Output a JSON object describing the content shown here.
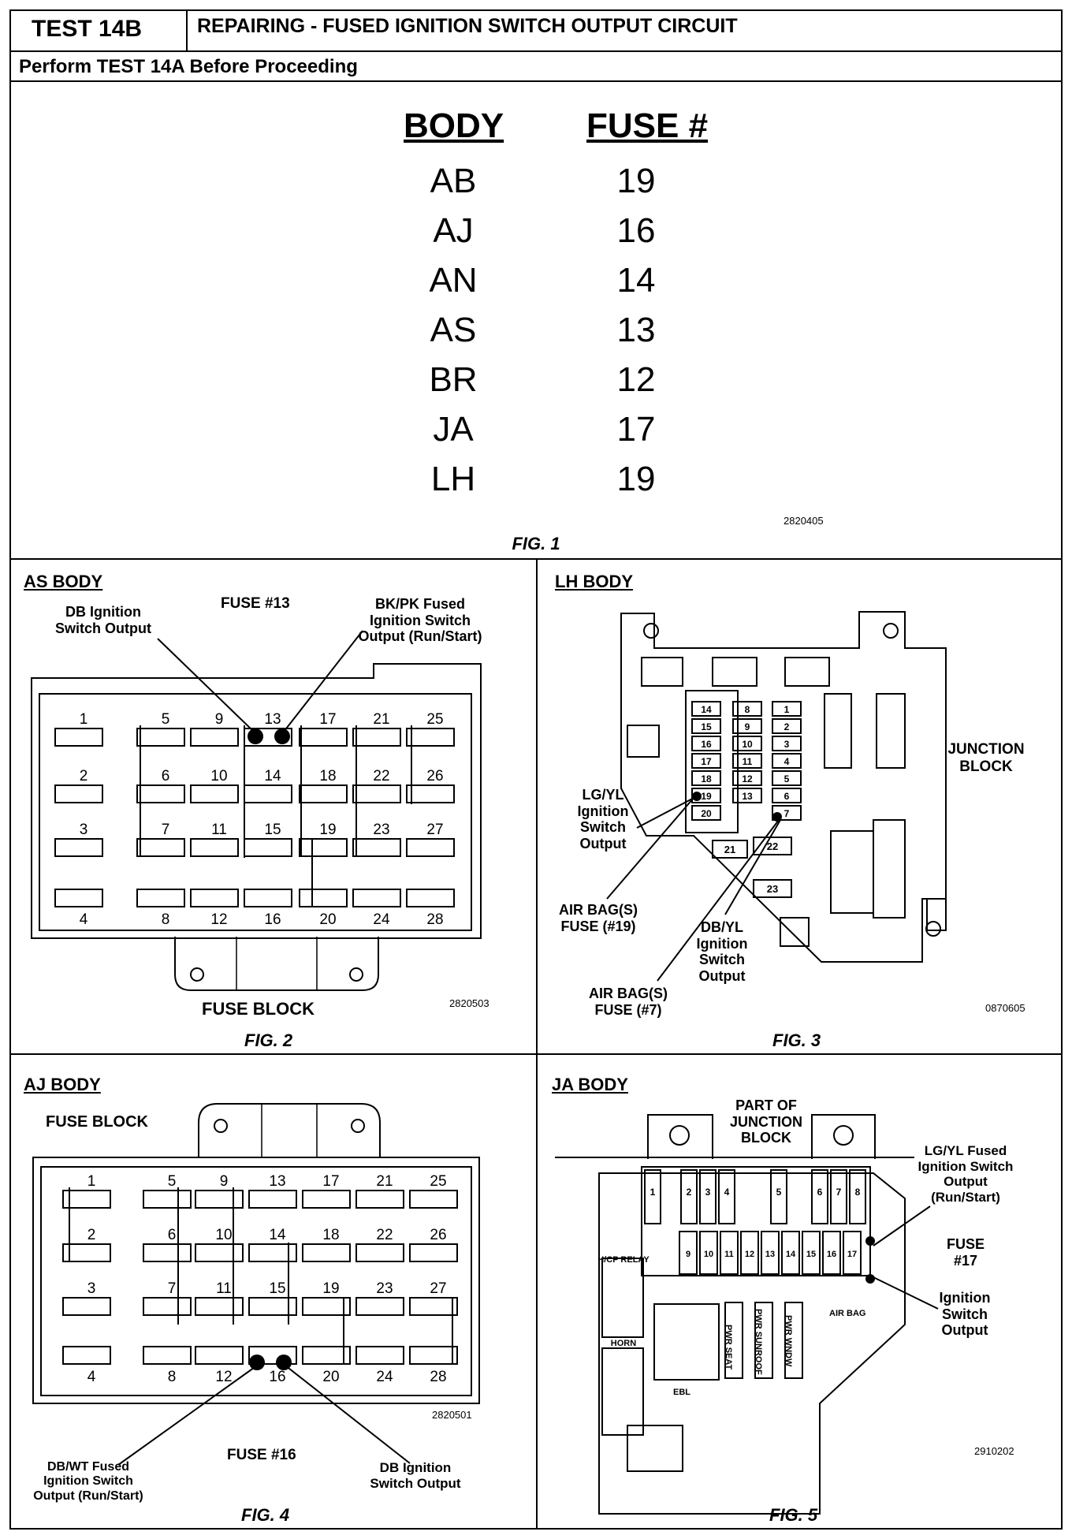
{
  "header": {
    "test_id": "TEST 14B",
    "title": "REPAIRING - FUSED IGNITION SWITCH OUTPUT CIRCUIT",
    "instruction": "Perform TEST 14A Before Proceeding"
  },
  "fig1": {
    "col_body": "BODY",
    "col_fuse": "FUSE #",
    "rows": [
      {
        "body": "AB",
        "fuse": "19"
      },
      {
        "body": "AJ",
        "fuse": "16"
      },
      {
        "body": "AN",
        "fuse": "14"
      },
      {
        "body": "AS",
        "fuse": "13"
      },
      {
        "body": "BR",
        "fuse": "12"
      },
      {
        "body": "JA",
        "fuse": "17"
      },
      {
        "body": "LH",
        "fuse": "19"
      }
    ],
    "code": "2820405",
    "caption": "FIG. 1"
  },
  "fig2": {
    "title": "AS BODY",
    "fuse_label": "FUSE #13",
    "left_callout": "DB Ignition Switch Output",
    "right_callout": "BK/PK Fused Ignition Switch Output (Run/Start)",
    "fuse_numbers": [
      "1",
      "2",
      "3",
      "4",
      "5",
      "6",
      "7",
      "8",
      "9",
      "10",
      "11",
      "12",
      "13",
      "14",
      "15",
      "16",
      "17",
      "18",
      "19",
      "20",
      "21",
      "22",
      "23",
      "24",
      "25",
      "26",
      "27",
      "28"
    ],
    "block_label": "FUSE BLOCK",
    "code": "2820503",
    "caption": "FIG. 2"
  },
  "fig3": {
    "title": "LH BODY",
    "junction_label": "JUNCTION BLOCK",
    "left_callout": "LG/YL Ignition Switch Output",
    "right_callout": "DB/YL Ignition Switch Output",
    "airbag19": "AIR BAG(S) FUSE (#19)",
    "airbag7": "AIR BAG(S) FUSE (#7)",
    "col_left": [
      "14",
      "15",
      "16",
      "17",
      "18",
      "19",
      "20"
    ],
    "col_mid": [
      "8",
      "9",
      "10",
      "11",
      "12",
      "13"
    ],
    "col_right": [
      "1",
      "2",
      "3",
      "4",
      "5",
      "6",
      "7"
    ],
    "fuse21": "21",
    "fuse22": "22",
    "fuse23": "23",
    "code": "0870605",
    "caption": "FIG. 3"
  },
  "fig4": {
    "title": "AJ BODY",
    "block_label": "FUSE BLOCK",
    "fuse_label": "FUSE #16",
    "left_callout": "DB/WT Fused Ignition Switch Output (Run/Start)",
    "right_callout": "DB Ignition Switch Output",
    "fuse_numbers": [
      "1",
      "2",
      "3",
      "4",
      "5",
      "6",
      "7",
      "8",
      "9",
      "10",
      "11",
      "12",
      "13",
      "14",
      "15",
      "16",
      "17",
      "18",
      "19",
      "20",
      "21",
      "22",
      "23",
      "24",
      "25",
      "26",
      "27",
      "28"
    ],
    "code": "2820501",
    "caption": "FIG. 4"
  },
  "fig5": {
    "title": "JA BODY",
    "part_label": "PART OF JUNCTION BLOCK",
    "right_callout_top": "LG/YL Fused Ignition Switch Output (Run/Start)",
    "fuse_label": "FUSE #17",
    "right_callout_bottom": "Ignition Switch Output",
    "top_fuses": [
      "1",
      "2",
      "3",
      "4",
      "5",
      "6",
      "7",
      "8"
    ],
    "bottom_fuses": [
      "9",
      "10",
      "11",
      "12",
      "13",
      "14",
      "15",
      "16",
      "17"
    ],
    "relay1": "H/CP RELAY",
    "relay2": "HORN",
    "ebl": "EBL",
    "pwr_seat": "PWR SEAT",
    "pwr_sunroof": "PWR SUNROOF",
    "pwr_window": "PWR WNDW",
    "air_bag": "AIR BAG",
    "code": "2910202",
    "caption": "FIG. 5"
  }
}
